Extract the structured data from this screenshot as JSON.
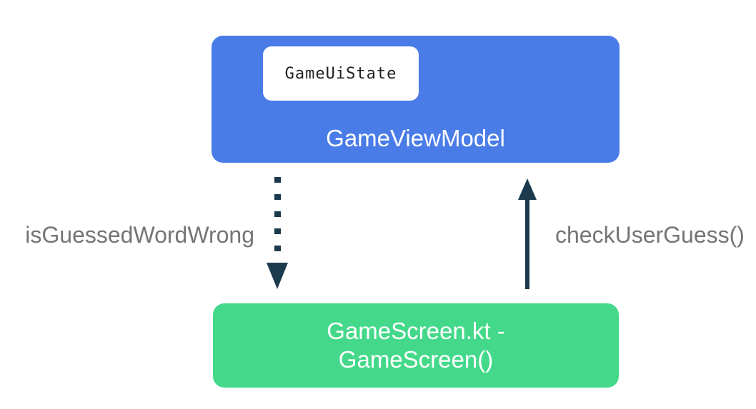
{
  "colors": {
    "viewmodel_box": "#4a7ce8",
    "screen_box": "#44d98a",
    "arrow": "#1c3a4e",
    "edge_label": "#757575",
    "box_label": "#ffffff",
    "chip_bg": "#ffffff",
    "chip_text": "#202124"
  },
  "viewmodel_box": {
    "label": "GameViewModel",
    "chip": "GameUiState"
  },
  "screen_box": {
    "label_line1": "GameScreen.kt -",
    "label_line2": "GameScreen()"
  },
  "edges": {
    "state_down": {
      "label": "isGuessedWordWrong",
      "style": "dotted",
      "direction": "down"
    },
    "event_up": {
      "label": "checkUserGuess()",
      "style": "solid",
      "direction": "up"
    }
  }
}
